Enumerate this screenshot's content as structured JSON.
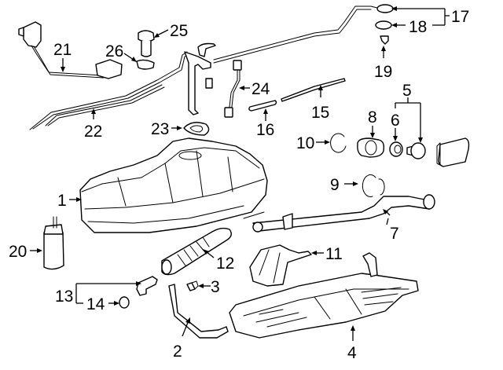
{
  "diagram": {
    "title": "Fuel tank assembly exploded parts diagram",
    "colors": {
      "line": "#000000",
      "background": "#ffffff"
    },
    "callouts": [
      {
        "id": "1",
        "label": "1",
        "part": "fuel-tank"
      },
      {
        "id": "2",
        "label": "2",
        "part": "tank-strap"
      },
      {
        "id": "3",
        "label": "3",
        "part": "bolt"
      },
      {
        "id": "4",
        "label": "4",
        "part": "skid-plate-shield"
      },
      {
        "id": "5",
        "label": "5",
        "part": "fuel-cap-assembly"
      },
      {
        "id": "6",
        "label": "6",
        "part": "cap-gasket"
      },
      {
        "id": "7",
        "label": "7",
        "part": "filler-pipe"
      },
      {
        "id": "8",
        "label": "8",
        "part": "filler-neck-housing"
      },
      {
        "id": "9",
        "label": "9",
        "part": "clamp-ring-large"
      },
      {
        "id": "10",
        "label": "10",
        "part": "clamp-ring-small"
      },
      {
        "id": "11",
        "label": "11",
        "part": "heat-shield"
      },
      {
        "id": "12",
        "label": "12",
        "part": "filler-hose"
      },
      {
        "id": "13",
        "label": "13",
        "part": "drain-valve-assembly"
      },
      {
        "id": "14",
        "label": "14",
        "part": "drain-plug-gasket"
      },
      {
        "id": "15",
        "label": "15",
        "part": "vent-hose"
      },
      {
        "id": "16",
        "label": "16",
        "part": "breather-hose"
      },
      {
        "id": "17",
        "label": "17",
        "part": "grommet-assembly"
      },
      {
        "id": "18",
        "label": "18",
        "part": "grommet"
      },
      {
        "id": "19",
        "label": "19",
        "part": "clip"
      },
      {
        "id": "20",
        "label": "20",
        "part": "fuel-pump"
      },
      {
        "id": "21",
        "label": "21",
        "part": "sending-unit"
      },
      {
        "id": "22",
        "label": "22",
        "part": "fuel-lines"
      },
      {
        "id": "23",
        "label": "23",
        "part": "tank-gasket"
      },
      {
        "id": "24",
        "label": "24",
        "part": "wiring-harness"
      },
      {
        "id": "25",
        "label": "25",
        "part": "fuel-filter"
      },
      {
        "id": "26",
        "label": "26",
        "part": "filter-bracket"
      }
    ]
  }
}
